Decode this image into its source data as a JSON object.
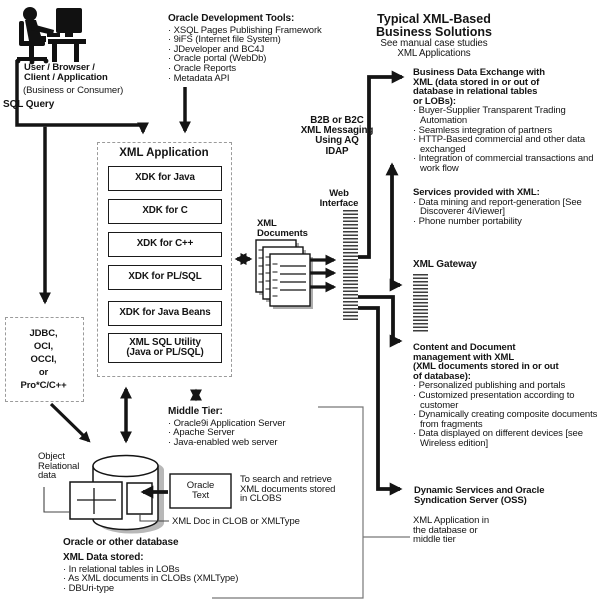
{
  "top_left": {
    "user_label_bold_lines": [
      "User / Browser /",
      "Client / Application"
    ],
    "user_label_normal": "(Business or Consumer)",
    "sql_query": "SQL Query"
  },
  "dev_tools": {
    "title": "Oracle Development Tools:",
    "items": [
      "· XSQL Pages Publishing Framework",
      "· 9iFS (Internet file System)",
      "· JDeveloper and BC4J",
      "· Oracle portal (WebDb)",
      "· Oracle Reports",
      "· Metadata API"
    ]
  },
  "header": {
    "title_lines": [
      "Typical XML-Based",
      "Business Solutions"
    ],
    "subtitle_lines": [
      "See manual case studies",
      "XML Applications"
    ]
  },
  "b2b": {
    "lines": [
      "B2B or B2C",
      "XML Messaging",
      "Using AQ",
      "IDAP"
    ]
  },
  "xml_application": {
    "title": "XML Application",
    "boxes": [
      "XDK for Java",
      "XDK for C",
      "XDK for C++",
      "XDK for PL/SQL",
      "XDK for Java Beans"
    ],
    "utility_box_lines": [
      "XML SQL Utility",
      "(Java or PL/SQL)"
    ]
  },
  "jdbc_box": {
    "lines": [
      "JDBC,",
      "OCI,",
      "OCCI,",
      "or",
      "Pro*C/C++"
    ]
  },
  "xml_documents": {
    "label_lines": [
      "XML",
      "Documents"
    ]
  },
  "web_interface": {
    "label_lines": [
      "Web",
      "Interface"
    ]
  },
  "middle_tier": {
    "title": "Middle Tier:",
    "items": [
      "· Oracle9i Application Server",
      "· Apache Server",
      "· Java-enabled web server"
    ]
  },
  "right_column": {
    "business_exchange": {
      "title_lines": [
        "Business Data Exchange with",
        "XML (data stored in or out of",
        "database in relational tables",
        "or LOBs):"
      ],
      "items": [
        "· Buyer-Supplier Transparent Trading Automation",
        "· Seamless integration of partners",
        "· HTTP-Based commercial and other data exchanged",
        "· Integration of commercial transactions and work flow"
      ]
    },
    "services": {
      "title": "Services provided with XML:",
      "items": [
        "· Data mining and report-generation [See Discoverer 4iViewer]",
        "· Phone number portability"
      ]
    },
    "gateway_label": "XML Gateway",
    "content_mgmt": {
      "title_lines": [
        "Content and Document",
        "management with XML",
        "(XML documents stored in or out",
        "of database):"
      ],
      "items": [
        "· Personalized publishing and portals",
        "· Customized presentation according to customer",
        "· Dynamically creating composite documents from fragments",
        "· Data displayed on different devices [see Wireless edition]"
      ]
    },
    "dynamic_services_lines": [
      "Dynamic Services and Oracle",
      "Syndication Server (OSS)"
    ],
    "db_note_lines": [
      "XML Application in",
      "the database or",
      "middle tier"
    ]
  },
  "database": {
    "object_relational_lines": [
      "Object",
      "Relational",
      "data"
    ],
    "oracle_text_lines": [
      "Oracle",
      "Text"
    ],
    "search_note_lines": [
      "To search and retrieve",
      "XML documents stored",
      "in CLOBS"
    ],
    "clob_label": "XML Doc in CLOB or XMLType",
    "caption": "Oracle or other database",
    "data_stored": {
      "title": "XML Data stored:",
      "items": [
        "· In relational tables in LOBs",
        "· As XML documents in CLOBs (XMLType)",
        "· DBUri-type"
      ]
    }
  }
}
